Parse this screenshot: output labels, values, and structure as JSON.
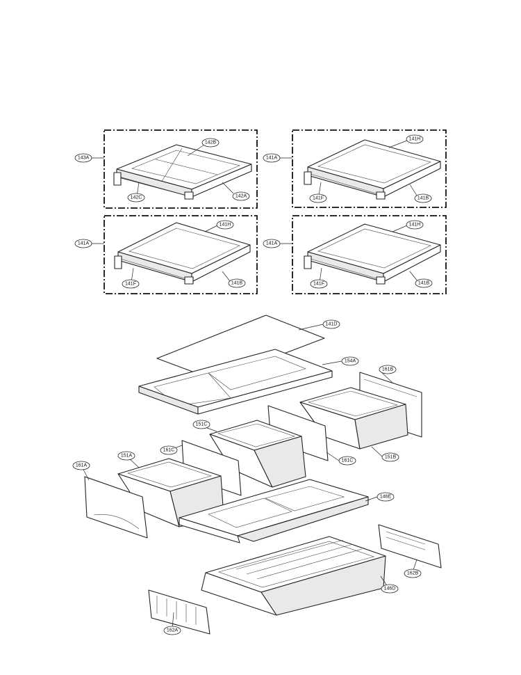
{
  "callouts": {
    "c143A": "143A",
    "c142B": "142B",
    "c142C": "142C",
    "c142A": "142A",
    "c141A_1": "141A",
    "c141H_1": "141H",
    "c141F_1": "141F",
    "c141B_1": "141B",
    "c141A_2": "141A",
    "c141H_2": "141H",
    "c141F_2": "141F",
    "c141B_2": "141B",
    "c141A_3": "141A",
    "c141H_3": "141H",
    "c141F_3": "141F",
    "c141B_3": "141B",
    "c141D": "141D",
    "c154A": "154A",
    "c161B": "161B",
    "c151C_1": "151C",
    "c161C_1": "161C",
    "c151B": "151B",
    "c151A": "151A",
    "c161C_2": "161C",
    "c161A": "161A",
    "c146E": "146E",
    "c162B": "162B",
    "c146D": "146D",
    "c162A": "162A"
  }
}
